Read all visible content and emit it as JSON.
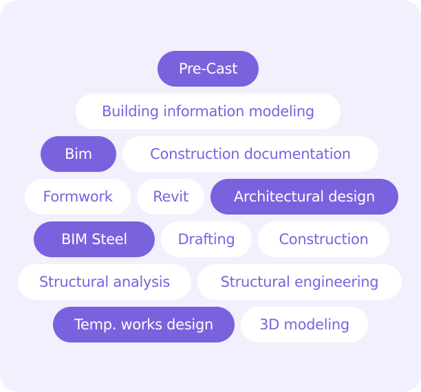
{
  "colors": {
    "background": "#f2f0fd",
    "accent": "#7a62de",
    "tag_background": "#ffffff"
  },
  "tags": [
    {
      "label": "Pre-Cast",
      "selected": true
    },
    {
      "label": "Building information modeling",
      "selected": false
    },
    {
      "label": "Bim",
      "selected": true
    },
    {
      "label": "Construction documentation",
      "selected": false
    },
    {
      "label": "Formwork",
      "selected": false
    },
    {
      "label": "Revit",
      "selected": false
    },
    {
      "label": "Architectural design",
      "selected": true
    },
    {
      "label": "BIM Steel",
      "selected": true
    },
    {
      "label": "Drafting",
      "selected": false
    },
    {
      "label": "Construction",
      "selected": false
    },
    {
      "label": "Structural analysis",
      "selected": false
    },
    {
      "label": "Structural engineering",
      "selected": false
    },
    {
      "label": "Temp. works design",
      "selected": true
    },
    {
      "label": "3D modeling",
      "selected": false
    }
  ]
}
